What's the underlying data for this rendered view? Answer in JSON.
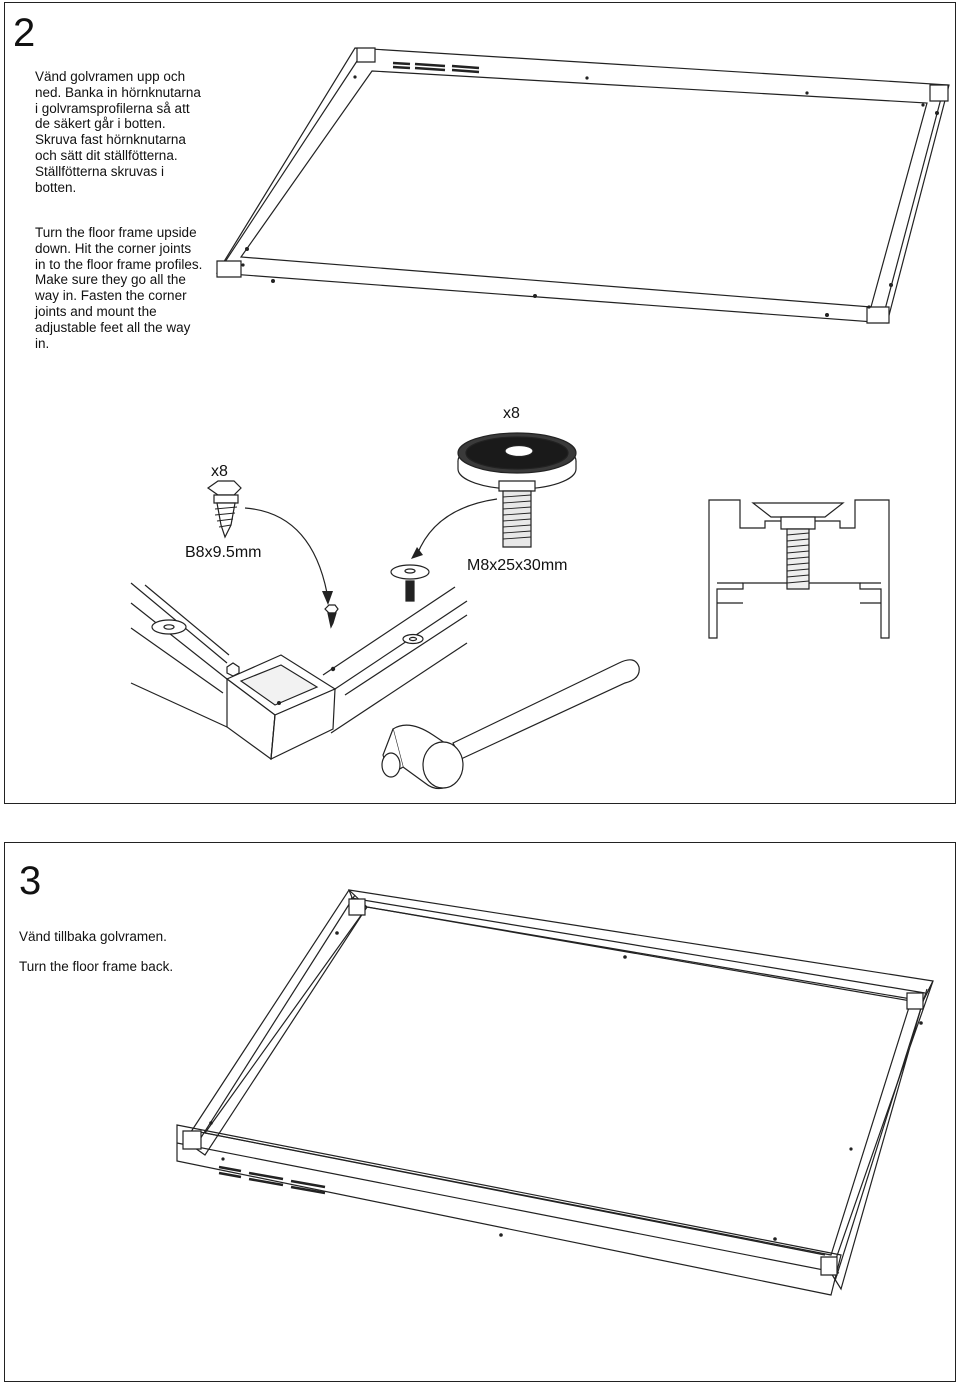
{
  "steps": [
    {
      "number": "2",
      "text_sv": "Vänd golvramen upp och ned. Banka in hörnknutarna i golvramsprofilerna så att de säkert går i botten. Skruva fast hörnknutarna och sätt dit ställfötterna. Ställfötterna skruvas i botten.",
      "text_en": "Turn the floor frame upside down. Hit the corner joints in to the floor frame profiles. Make sure they go all the way in. Fasten the corner joints and mount the adjustable feet all the way in.",
      "parts": [
        {
          "qty": "x8",
          "code": "B8x9.5mm",
          "icon": "self-tapping-screw-icon"
        },
        {
          "qty": "x8",
          "code": "M8x25x30mm",
          "icon": "adjustable-foot-icon"
        }
      ],
      "icons": [
        "floor-frame-icon",
        "profile-cross-section-icon",
        "frame-corner-icon",
        "hammer-icon"
      ]
    },
    {
      "number": "3",
      "text_sv": "Vänd tillbaka golvramen.",
      "text_en": "Turn the floor frame back.",
      "icons": [
        "floor-frame-icon"
      ]
    }
  ]
}
